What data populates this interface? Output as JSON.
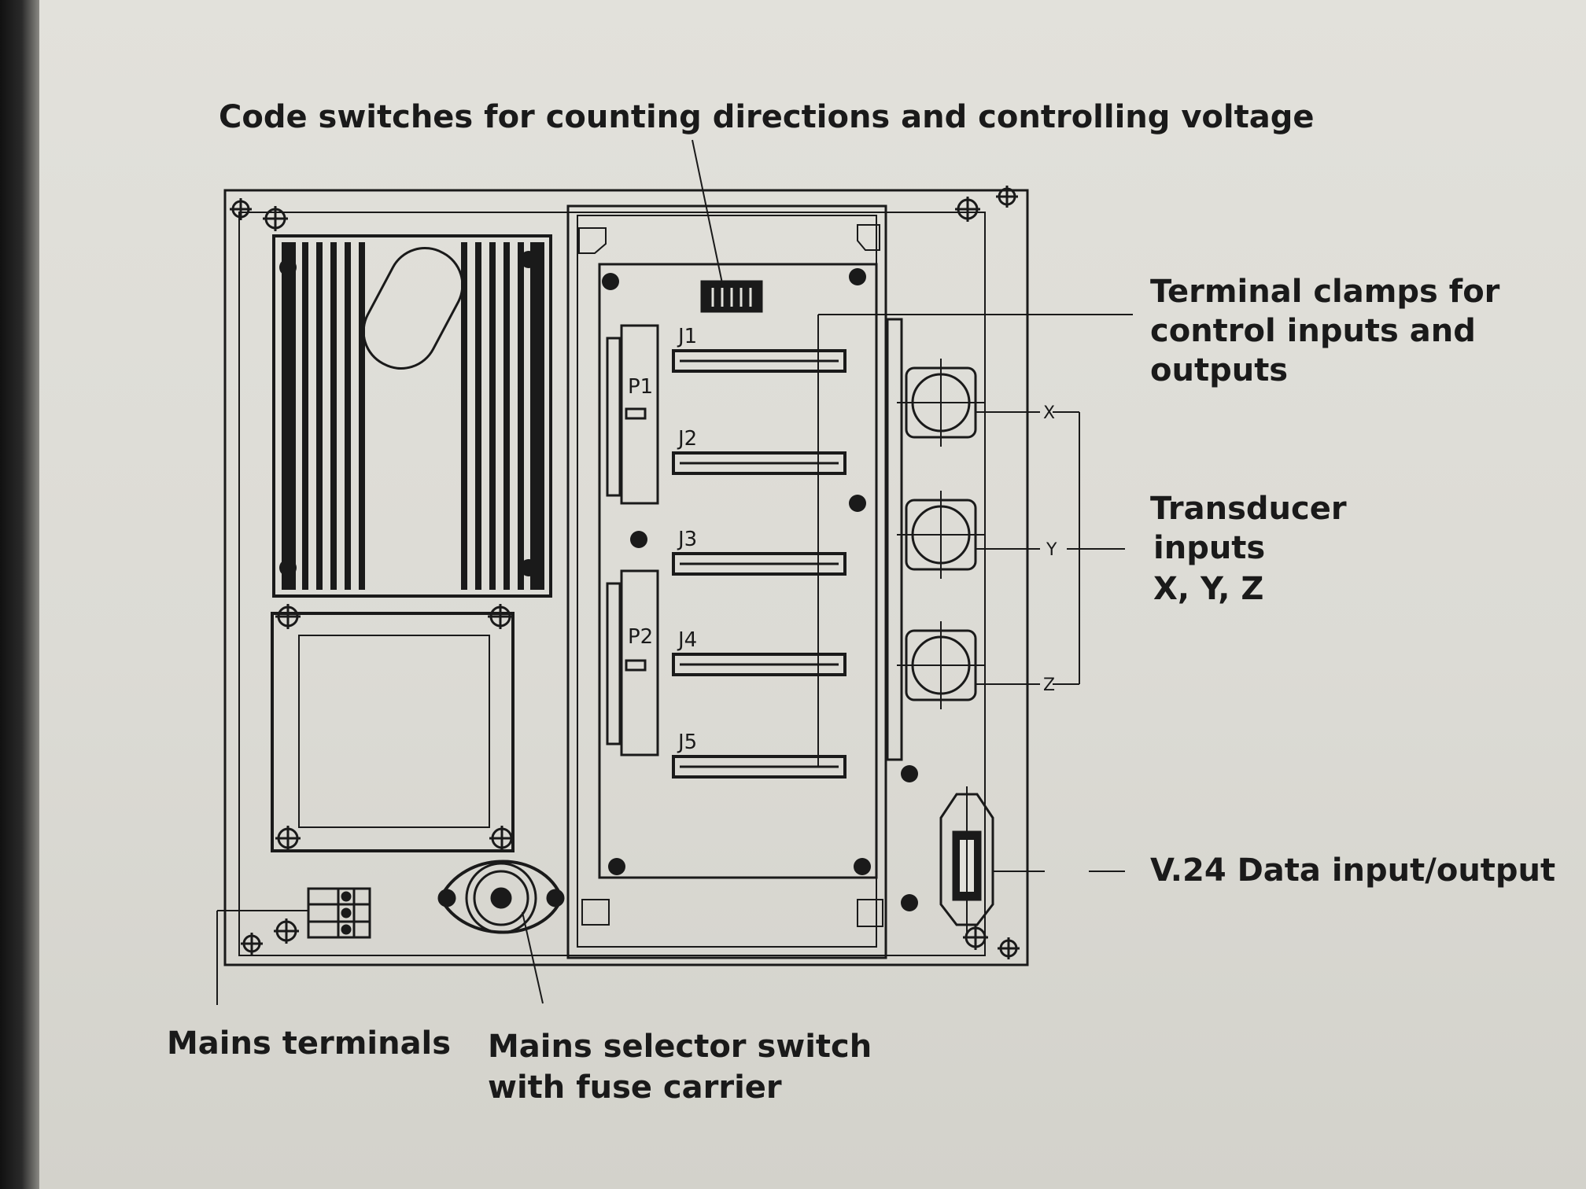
{
  "labels": {
    "code_switches": "Code switches for counting directions and controlling voltage",
    "terminal_clamps_line1": "Terminal clamps for",
    "terminal_clamps_line2": "control inputs and",
    "terminal_clamps_line3": "outputs",
    "transducer_line1": "Transducer",
    "transducer_line2": "inputs",
    "transducer_line3": "X,  Y,  Z",
    "data_io": "V.24 Data input/output",
    "mains_terminals": "Mains terminals",
    "mains_selector_line1": "Mains selector switch",
    "mains_selector_line2": "with fuse carrier"
  },
  "connectors": {
    "j1": "J1",
    "j2": "J2",
    "j3": "J3",
    "j4": "J4",
    "j5": "J5",
    "p1": "P1",
    "p2": "P2"
  },
  "axes": {
    "x": "X",
    "y": "Y",
    "z": "Z"
  }
}
